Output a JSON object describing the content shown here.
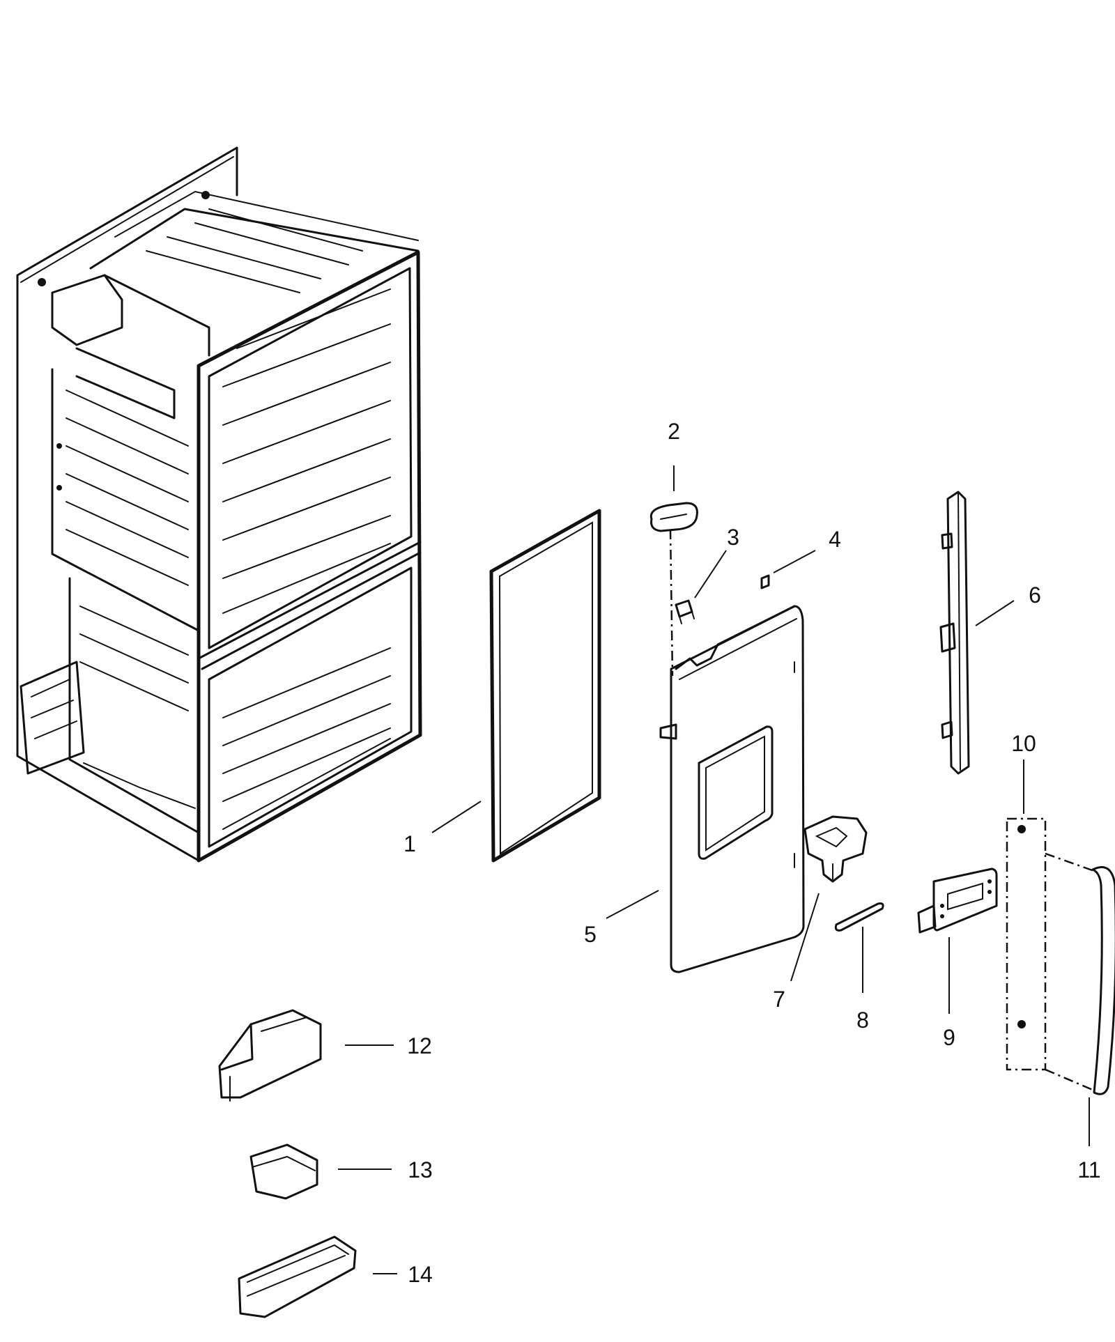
{
  "diagram": {
    "callouts": [
      {
        "id": "1",
        "label": "1"
      },
      {
        "id": "2",
        "label": "2"
      },
      {
        "id": "3",
        "label": "3"
      },
      {
        "id": "4",
        "label": "4"
      },
      {
        "id": "5",
        "label": "5"
      },
      {
        "id": "6",
        "label": "6"
      },
      {
        "id": "7",
        "label": "7"
      },
      {
        "id": "8",
        "label": "8"
      },
      {
        "id": "9",
        "label": "9"
      },
      {
        "id": "10",
        "label": "10"
      },
      {
        "id": "11",
        "label": "11"
      },
      {
        "id": "12",
        "label": "12"
      },
      {
        "id": "13",
        "label": "13"
      },
      {
        "id": "14",
        "label": "14"
      }
    ]
  },
  "colors": {
    "ink": "#111111",
    "background": "#ffffff"
  }
}
